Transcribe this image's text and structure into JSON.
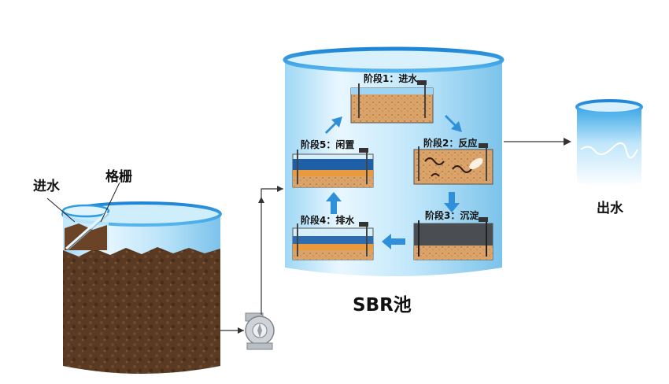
{
  "labels": {
    "inlet": "进水",
    "screen": "格栅",
    "outlet": "出水",
    "sbr": "SBR池"
  },
  "stages": [
    {
      "label": "阶段1：进水"
    },
    {
      "label": "阶段2：反应"
    },
    {
      "label": "阶段3：沉淀"
    },
    {
      "label": "阶段4：排水"
    },
    {
      "label": "阶段5：闲置"
    }
  ],
  "colors": {
    "water_blue": "#2f8fd8",
    "sludge_brown": "#5a3a22",
    "arrow_blue": "#2f8fd8",
    "tank_rim": "#2f9be0"
  }
}
